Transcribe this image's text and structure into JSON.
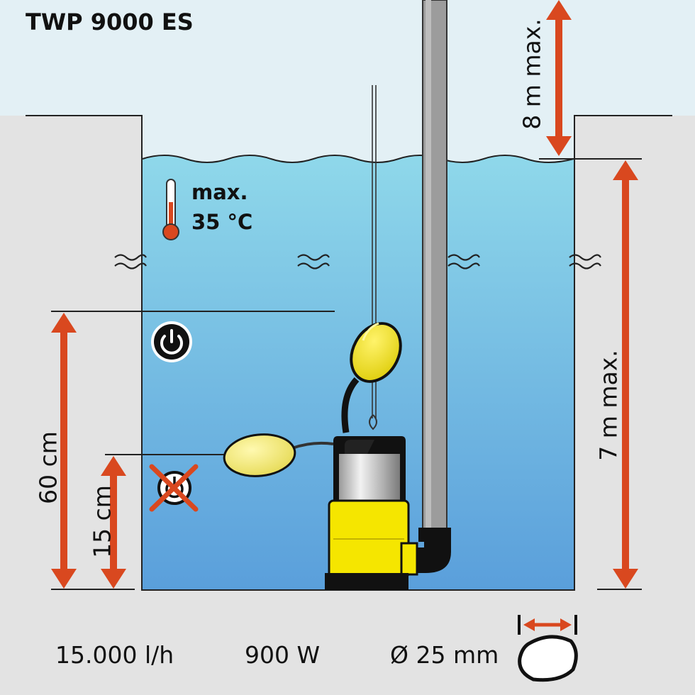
{
  "title": "TWP 9000 ES",
  "temperature": {
    "line1": "max.",
    "line2": "35 °C"
  },
  "dimensions": {
    "pressure_head": "8 m max.",
    "immersion_depth": "7 m max.",
    "switch_on_level": "60 cm",
    "switch_off_level": "15 cm"
  },
  "specs": {
    "flow_rate": "15.000 l/h",
    "power": "900 W",
    "particle_size": "Ø 25 mm"
  },
  "colors": {
    "sky": "#e3f0f5",
    "ground": "#e3e3e3",
    "water_top": "#8fd8ea",
    "water_bottom": "#5a9fdb",
    "arrow": "#d9481f",
    "pump_yellow": "#f5e600",
    "pipe_gray": "#9c9c9c"
  },
  "icons": [
    "thermometer-icon",
    "power-on-icon",
    "power-off-icon",
    "particle-icon"
  ]
}
